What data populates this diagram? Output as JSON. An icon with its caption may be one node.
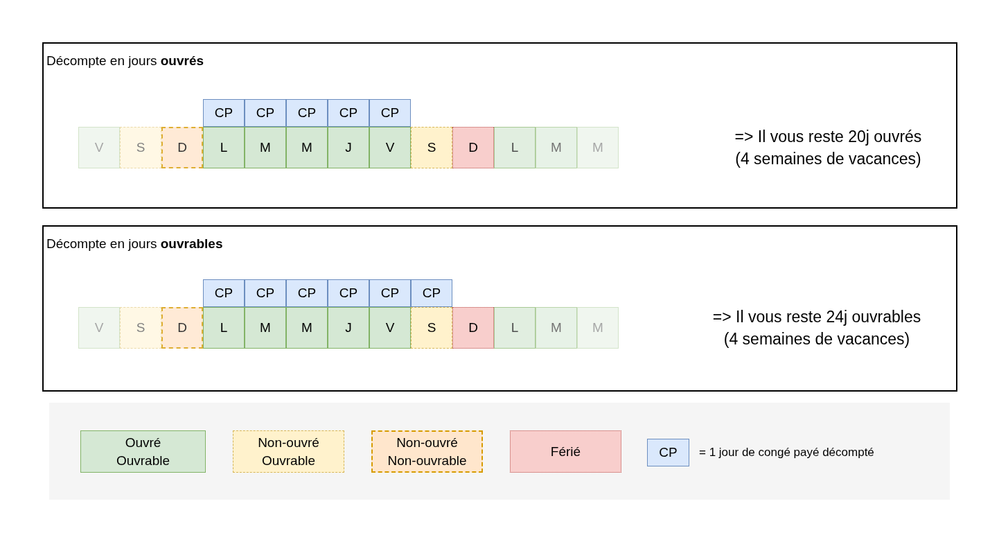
{
  "diagram": {
    "nodes": [
      {
        "text": [
          "Décompte en jours **ouvrés**",
          "=> Il vous reste 20j ouvrés (4 semaines de vacances)"
        ]
      },
      {
        "text": [
          "V"
        ],
        "in": 0
      },
      {
        "text": [
          "S"
        ],
        "in": 0
      },
      {
        "text": [
          "D"
        ],
        "in": 0
      },
      {
        "text": [
          "L"
        ],
        "in": 0
      },
      {
        "text": [
          "M"
        ],
        "in": 0
      },
      {
        "text": [
          "M"
        ],
        "in": 0
      },
      {
        "text": [
          "J"
        ],
        "in": 0
      },
      {
        "text": [
          "V"
        ],
        "in": 0
      },
      {
        "text": [
          "S"
        ],
        "in": 0
      },
      {
        "text": [
          "D"
        ],
        "in": 0
      },
      {
        "text": [
          "L"
        ],
        "in": 0
      },
      {
        "text": [
          "M"
        ],
        "in": 0
      },
      {
        "text": [
          "M"
        ],
        "in": 0
      },
      {
        "text": [
          "CP"
        ],
        "in": 0
      },
      {
        "text": [
          "CP"
        ],
        "in": 0
      },
      {
        "text": [
          "CP"
        ],
        "in": 0
      },
      {
        "text": [
          "CP"
        ],
        "in": 0
      },
      {
        "text": [
          "CP"
        ],
        "in": 0
      },
      {
        "text": [
          "Décompte en jours **ouvrables**",
          "=> Il vous reste 24j ouvrables (4 semaines de vacances)"
        ]
      },
      {
        "text": [
          "V"
        ],
        "in": 19
      },
      {
        "text": [
          "S"
        ],
        "in": 19
      },
      {
        "text": [
          "D"
        ],
        "in": 19
      },
      {
        "text": [
          "L"
        ],
        "in": 19
      },
      {
        "text": [
          "M"
        ],
        "in": 19
      },
      {
        "text": [
          "M"
        ],
        "in": 19
      },
      {
        "text": [
          "J"
        ],
        "in": 19
      },
      {
        "text": [
          "V"
        ],
        "in": 19
      },
      {
        "text": [
          "S"
        ],
        "in": 19
      },
      {
        "text": [
          "D"
        ],
        "in": 19
      },
      {
        "text": [
          "L"
        ],
        "in": 19
      },
      {
        "text": [
          "M"
        ],
        "in": 19
      },
      {
        "text": [
          "M"
        ],
        "in": 19
      },
      {
        "text": [
          "CP"
        ],
        "in": 19
      },
      {
        "text": [
          "CP"
        ],
        "in": 19
      },
      {
        "text": [
          "CP"
        ],
        "in": 19
      },
      {
        "text": [
          "CP"
        ],
        "in": 19
      },
      {
        "text": [
          "CP"
        ],
        "in": 19
      },
      {
        "text": [
          "CP"
        ],
        "in": 19
      },
      {
        "text": [],
        "shape": "box"
      },
      {
        "text": [
          "Ouvré Ouvrable"
        ],
        "in": 39
      },
      {
        "text": [
          "Non-ouvré Ouvrable"
        ],
        "in": 39
      },
      {
        "text": [
          "Non-ouvré Non-ouvrable"
        ],
        "in": 39
      },
      {
        "text": [
          "Férié"
        ],
        "in": 39
      },
      {
        "text": [
          "CP"
        ],
        "in": 39,
        "beside": [
          "= 1 jour de congé payé décompté"
        ]
      }
    ],
    "edges": []
  }
}
